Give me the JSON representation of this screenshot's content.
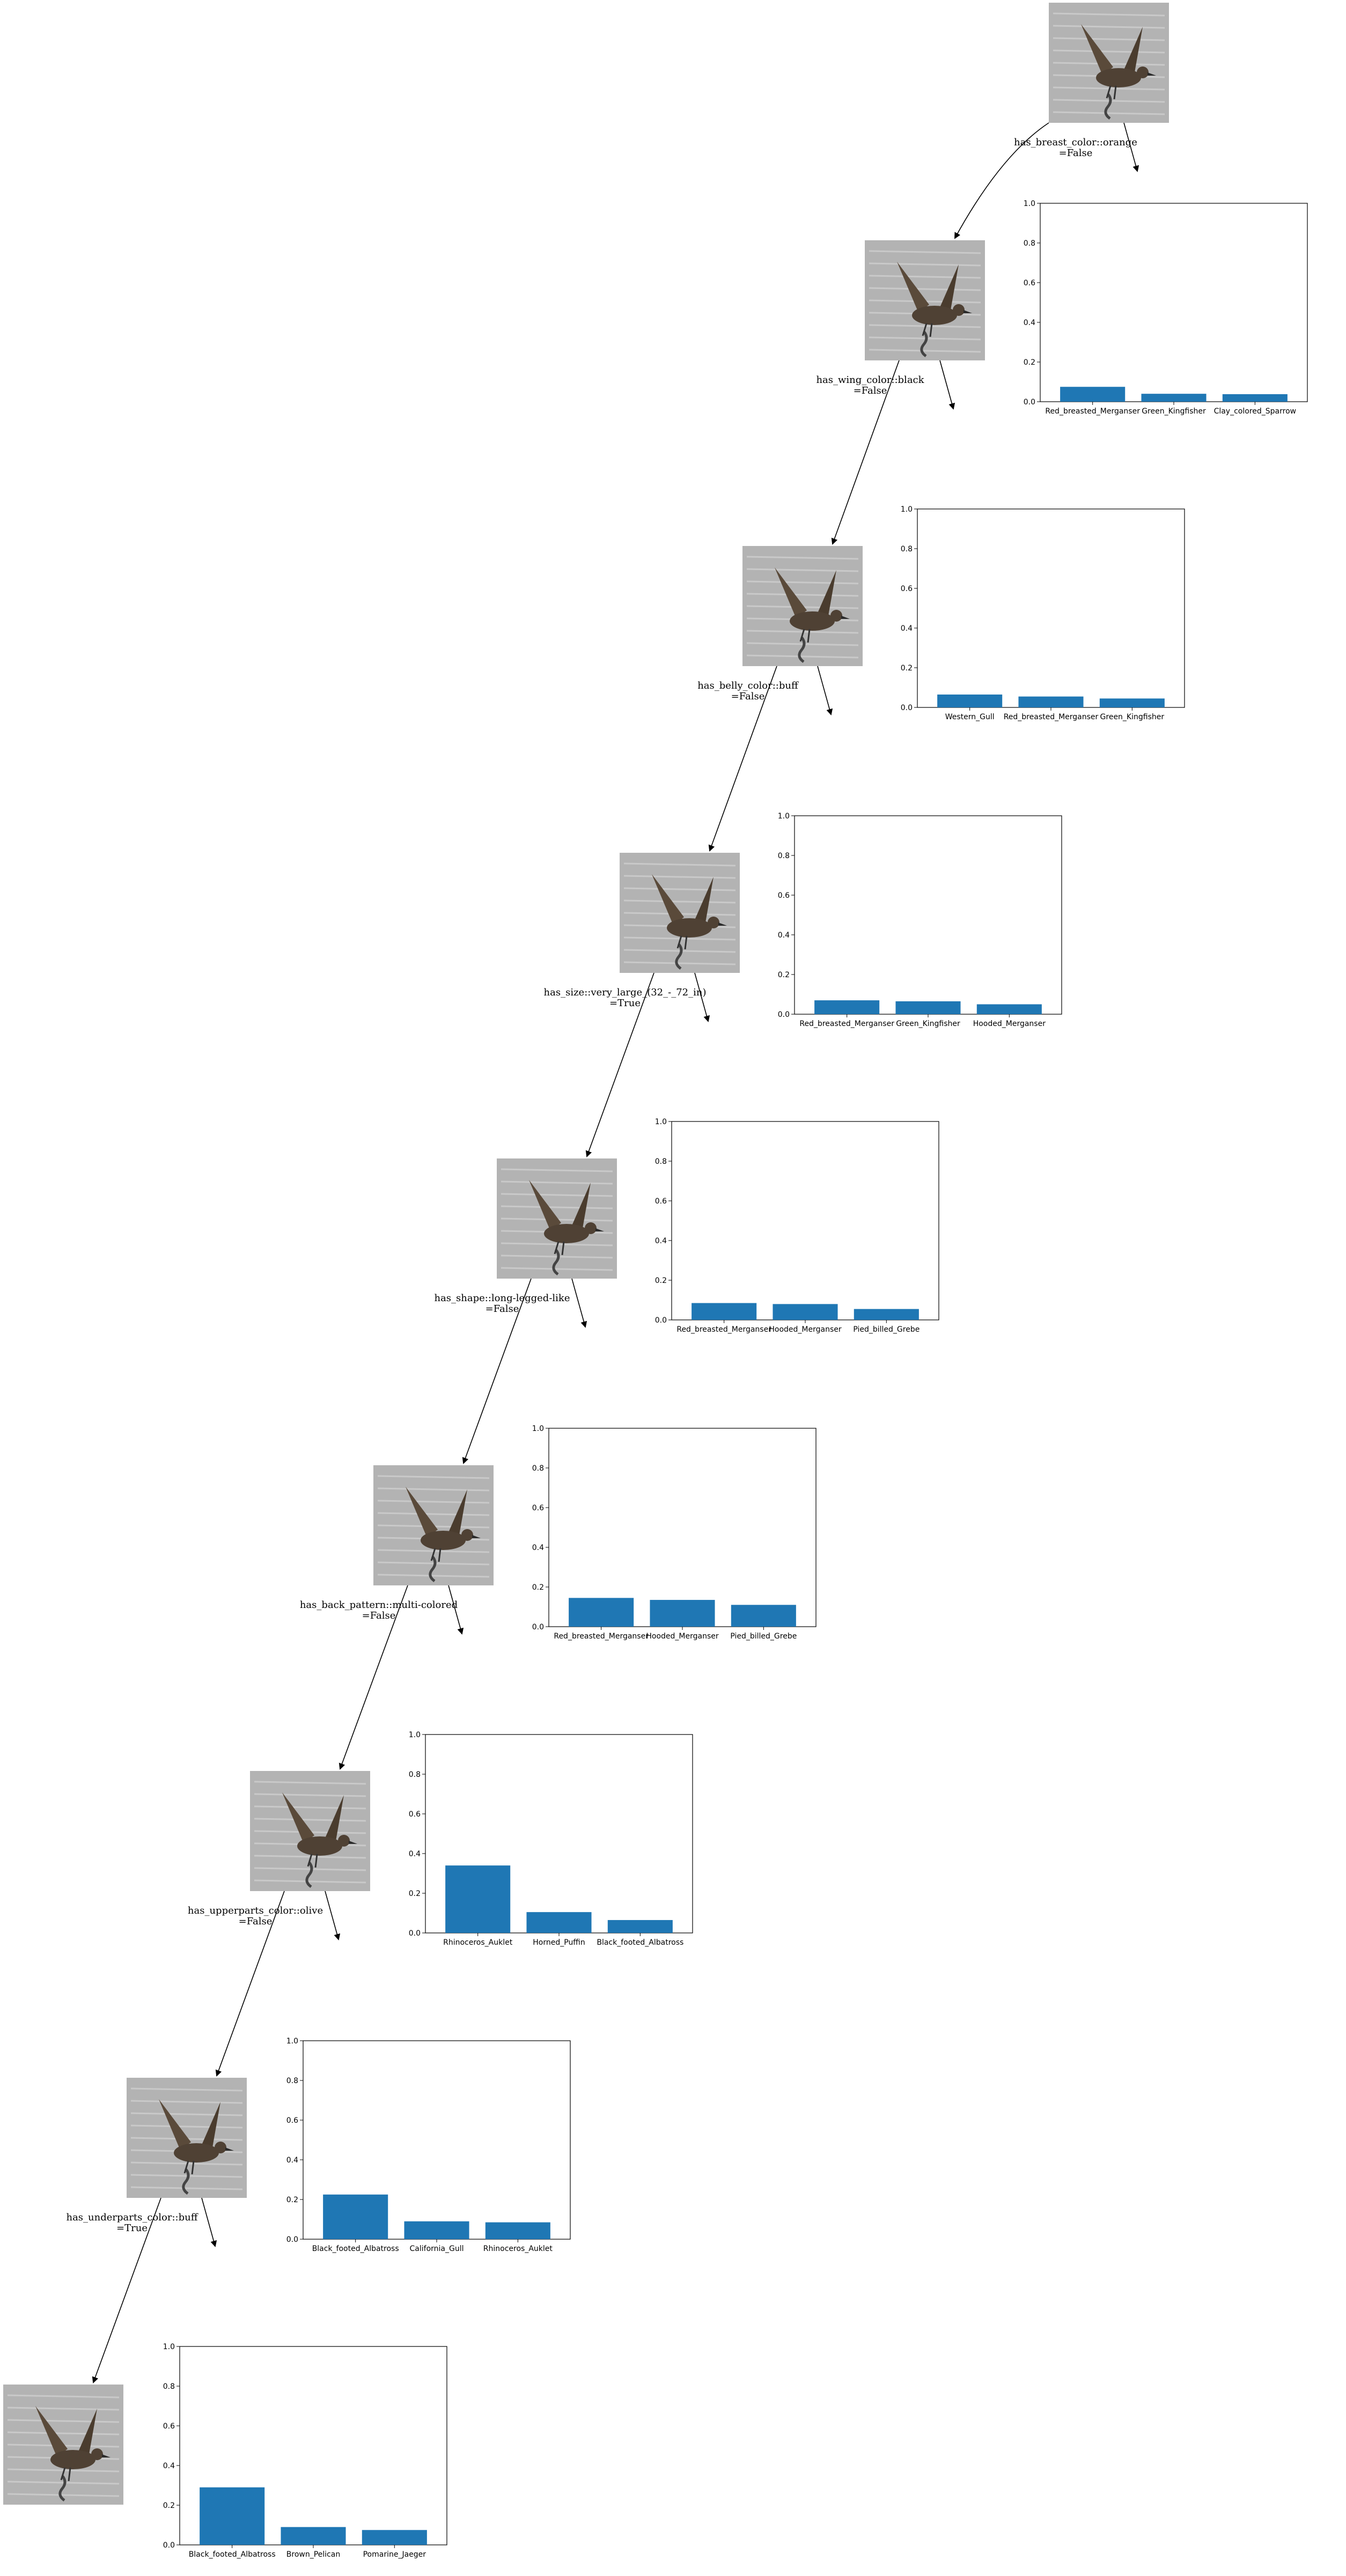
{
  "colors": {
    "bar": "#1f77b4",
    "edge": "#000000",
    "photo_water": "#b3b3b3",
    "photo_bird": "#5a4a3a"
  },
  "icons": {
    "node_image": "bird-photo-icon"
  },
  "tree": {
    "nodes": [
      {
        "label": "has_breast_color::orange",
        "result": "=False"
      },
      {
        "label": "has_wing_color::black",
        "result": "=False"
      },
      {
        "label": "has_belly_color::buff",
        "result": "=False"
      },
      {
        "label": "has_size::very_large_(32_-_72_in)",
        "result": "=True"
      },
      {
        "label": "has_shape::long-legged-like",
        "result": "=False"
      },
      {
        "label": "has_back_pattern::multi-colored",
        "result": "=False"
      },
      {
        "label": "has_upperparts_color::olive",
        "result": "=False"
      },
      {
        "label": "has_underparts_color::buff",
        "result": "=True"
      },
      {
        "label": "",
        "result": ""
      }
    ]
  },
  "chart_data": [
    {
      "type": "bar",
      "categories": [
        "Red_breasted_Merganser",
        "Green_Kingfisher",
        "Clay_colored_Sparrow"
      ],
      "values": [
        0.075,
        0.04,
        0.038
      ],
      "ylim": [
        0,
        1.0
      ],
      "yticks": [
        "0.0",
        "0.2",
        "0.4",
        "0.6",
        "0.8",
        "1.0"
      ]
    },
    {
      "type": "bar",
      "categories": [
        "Western_Gull",
        "Red_breasted_Merganser",
        "Green_Kingfisher"
      ],
      "values": [
        0.065,
        0.055,
        0.045
      ],
      "ylim": [
        0,
        1.0
      ],
      "yticks": [
        "0.0",
        "0.2",
        "0.4",
        "0.6",
        "0.8",
        "1.0"
      ]
    },
    {
      "type": "bar",
      "categories": [
        "Red_breasted_Merganser",
        "Green_Kingfisher",
        "Hooded_Merganser"
      ],
      "values": [
        0.07,
        0.065,
        0.05
      ],
      "ylim": [
        0,
        1.0
      ],
      "yticks": [
        "0.0",
        "0.2",
        "0.4",
        "0.6",
        "0.8",
        "1.0"
      ]
    },
    {
      "type": "bar",
      "categories": [
        "Red_breasted_Merganser",
        "Hooded_Merganser",
        "Pied_billed_Grebe"
      ],
      "values": [
        0.085,
        0.08,
        0.055
      ],
      "ylim": [
        0,
        1.0
      ],
      "yticks": [
        "0.0",
        "0.2",
        "0.4",
        "0.6",
        "0.8",
        "1.0"
      ]
    },
    {
      "type": "bar",
      "categories": [
        "Red_breasted_Merganser",
        "Hooded_Merganser",
        "Pied_billed_Grebe"
      ],
      "values": [
        0.145,
        0.135,
        0.11
      ],
      "ylim": [
        0,
        1.0
      ],
      "yticks": [
        "0.0",
        "0.2",
        "0.4",
        "0.6",
        "0.8",
        "1.0"
      ]
    },
    {
      "type": "bar",
      "categories": [
        "Rhinoceros_Auklet",
        "Horned_Puffin",
        "Black_footed_Albatross"
      ],
      "values": [
        0.34,
        0.105,
        0.065
      ],
      "ylim": [
        0,
        1.0
      ],
      "yticks": [
        "0.0",
        "0.2",
        "0.4",
        "0.6",
        "0.8",
        "1.0"
      ]
    },
    {
      "type": "bar",
      "categories": [
        "Black_footed_Albatross",
        "California_Gull",
        "Rhinoceros_Auklet"
      ],
      "values": [
        0.225,
        0.09,
        0.085
      ],
      "ylim": [
        0,
        1.0
      ],
      "yticks": [
        "0.0",
        "0.2",
        "0.4",
        "0.6",
        "0.8",
        "1.0"
      ]
    },
    {
      "type": "bar",
      "categories": [
        "Black_footed_Albatross",
        "Brown_Pelican",
        "Pomarine_Jaeger"
      ],
      "values": [
        0.29,
        0.09,
        0.075
      ],
      "ylim": [
        0,
        1.0
      ],
      "yticks": [
        "0.0",
        "0.2",
        "0.4",
        "0.6",
        "0.8",
        "1.0"
      ]
    }
  ]
}
